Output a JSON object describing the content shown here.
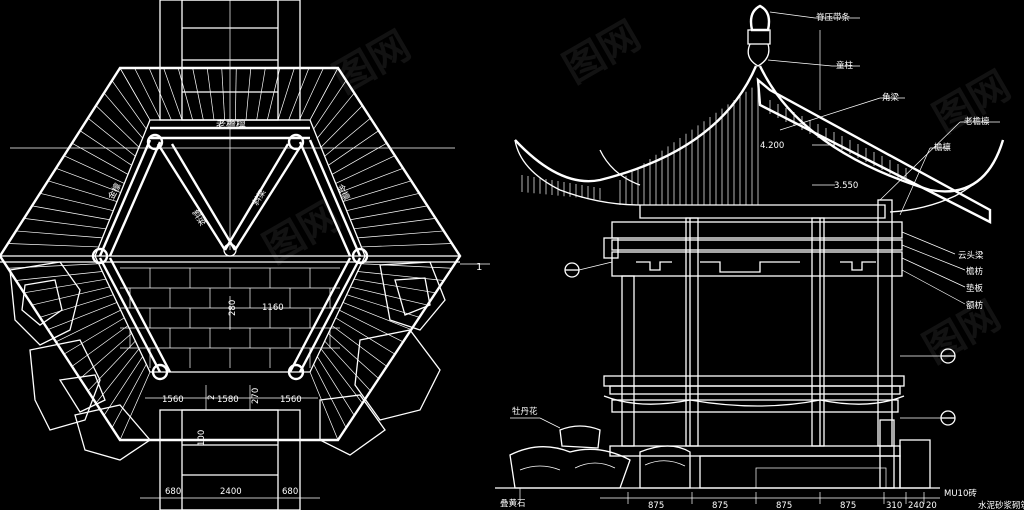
{
  "watermark": "图网",
  "plan": {
    "roof_beam_label": "老檐檩",
    "rafter_label_left": "金檩",
    "rafter_label_right": "金檩",
    "brace_label_left": "斜梁",
    "brace_label_right": "斜梁",
    "dim_280": "280",
    "dim_1160": "1160",
    "dim_1560_left": "1560",
    "dim_1580": "1580",
    "dim_270": "270",
    "dim_1560_right": "1560",
    "dim_2": "2",
    "dim_100": "100",
    "bottom_dims": [
      "680",
      "2400",
      "680"
    ],
    "section_marker": "1"
  },
  "elevation": {
    "callouts": [
      "脊压带条",
      "童柱",
      "角梁",
      "老檐檩",
      "檐檩",
      "云头梁",
      "檐枋",
      "垫板",
      "额枋"
    ],
    "height_label": "4.200",
    "height_label_2": "3.550",
    "flower_label": "牡丹花",
    "rock_label": "叠黄石",
    "bottom_dims": [
      "875",
      "875",
      "875",
      "875",
      "310",
      "240",
      "20"
    ],
    "wall_label": "MU10砖",
    "wall_note": "水泥砂浆砌筑"
  }
}
